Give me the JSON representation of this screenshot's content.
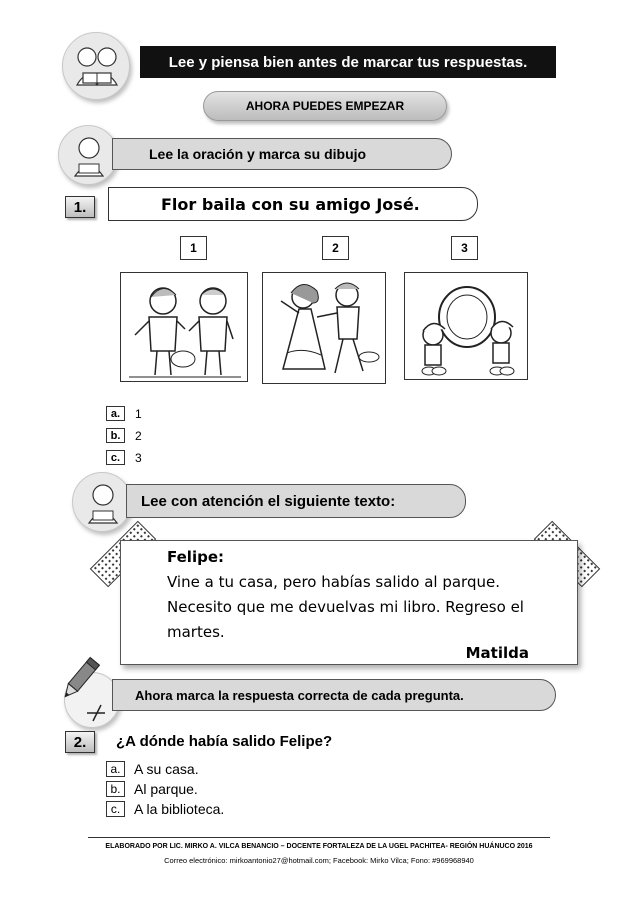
{
  "header": {
    "banner_text": "Lee y piensa bien antes de marcar tus respuestas.",
    "start_label": "AHORA PUEDES EMPEZAR"
  },
  "section1": {
    "title": "Lee la oración y marca su dibujo",
    "question_number": "1.",
    "sentence": "Flor baila con su amigo José.",
    "picture_labels": [
      "1",
      "2",
      "3"
    ],
    "options": [
      {
        "letter": "a.",
        "text": "1"
      },
      {
        "letter": "b.",
        "text": "2"
      },
      {
        "letter": "c.",
        "text": "3"
      }
    ]
  },
  "section2": {
    "title": "Lee con atención el siguiente texto:",
    "note": {
      "greeting": "Felipe:",
      "lines": [
        "Vine a tu casa, pero habías salido al parque.",
        "Necesito que me devuelvas mi libro. Regreso el",
        "martes."
      ],
      "signature": "Matilda"
    }
  },
  "section3": {
    "title": "Ahora marca la respuesta correcta de cada pregunta.",
    "question_number": "2.",
    "question": "¿A dónde había salido Felipe?",
    "options": [
      {
        "letter": "a.",
        "text": "A su casa."
      },
      {
        "letter": "b.",
        "text": "Al parque."
      },
      {
        "letter": "c.",
        "text": "A la biblioteca."
      }
    ]
  },
  "footer": {
    "line1": "ELABORADO POR LIC. MIRKO A. VILCA BENANCIO – DOCENTE FORTALEZA DE LA UGEL PACHITEA- REGIÓN HUÁNUCO 2016",
    "line2": "Correo electrónico: mirkoantonio27@hotmail.com; Facebook: Mirko Vilca; Fono: #969968940"
  },
  "icons": [
    "children-reading-icon",
    "child-reading-icon",
    "pencil-icon"
  ]
}
